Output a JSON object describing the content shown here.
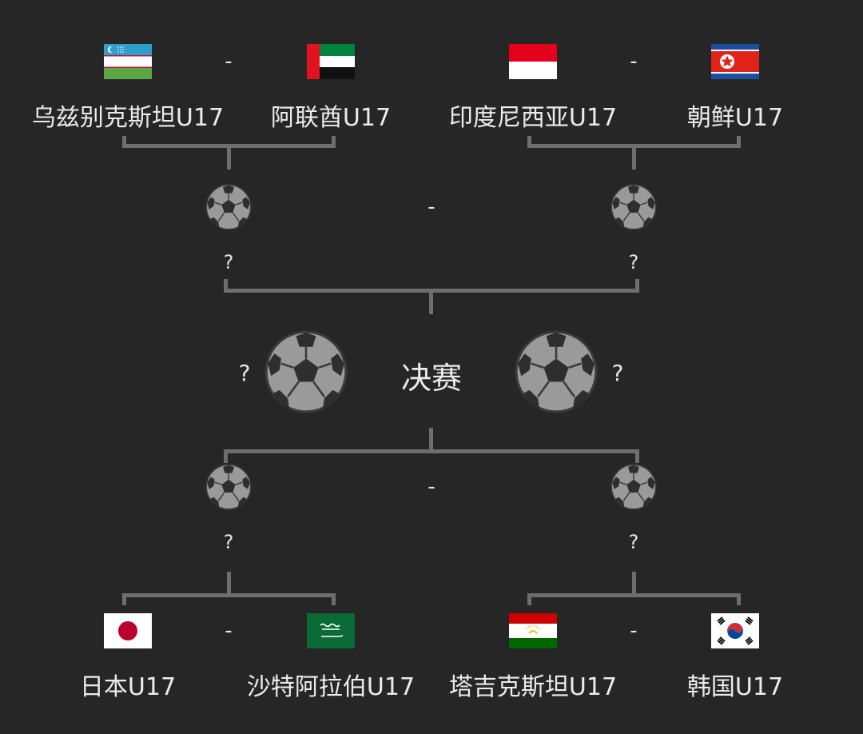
{
  "bracket": {
    "top_left": {
      "team_a": {
        "name": "乌兹别克斯坦U17",
        "flag": "uzbekistan-flag"
      },
      "team_b": {
        "name": "阿联酋U17",
        "flag": "uae-flag"
      },
      "separator": "-"
    },
    "top_right": {
      "team_a": {
        "name": "印度尼西亚U17",
        "flag": "indonesia-flag"
      },
      "team_b": {
        "name": "朝鲜U17",
        "flag": "north-korea-flag"
      },
      "separator": "-"
    },
    "bottom_left": {
      "team_a": {
        "name": "日本U17",
        "flag": "japan-flag"
      },
      "team_b": {
        "name": "沙特阿拉伯U17",
        "flag": "saudi-arabia-flag"
      },
      "separator": "-"
    },
    "bottom_right": {
      "team_a": {
        "name": "塔吉克斯坦U17",
        "flag": "tajikistan-flag"
      },
      "team_b": {
        "name": "韩国U17",
        "flag": "south-korea-flag"
      },
      "separator": "-"
    },
    "semifinal_top": {
      "separator": "-",
      "left_winner": "?",
      "right_winner": "?"
    },
    "semifinal_bottom": {
      "separator": "-",
      "left_winner": "?",
      "right_winner": "?"
    },
    "final": {
      "title": "决赛",
      "left_winner": "?",
      "right_winner": "?"
    }
  },
  "colors": {
    "background": "#262626",
    "lines": "#6e6e6e",
    "text": "#ececec"
  }
}
